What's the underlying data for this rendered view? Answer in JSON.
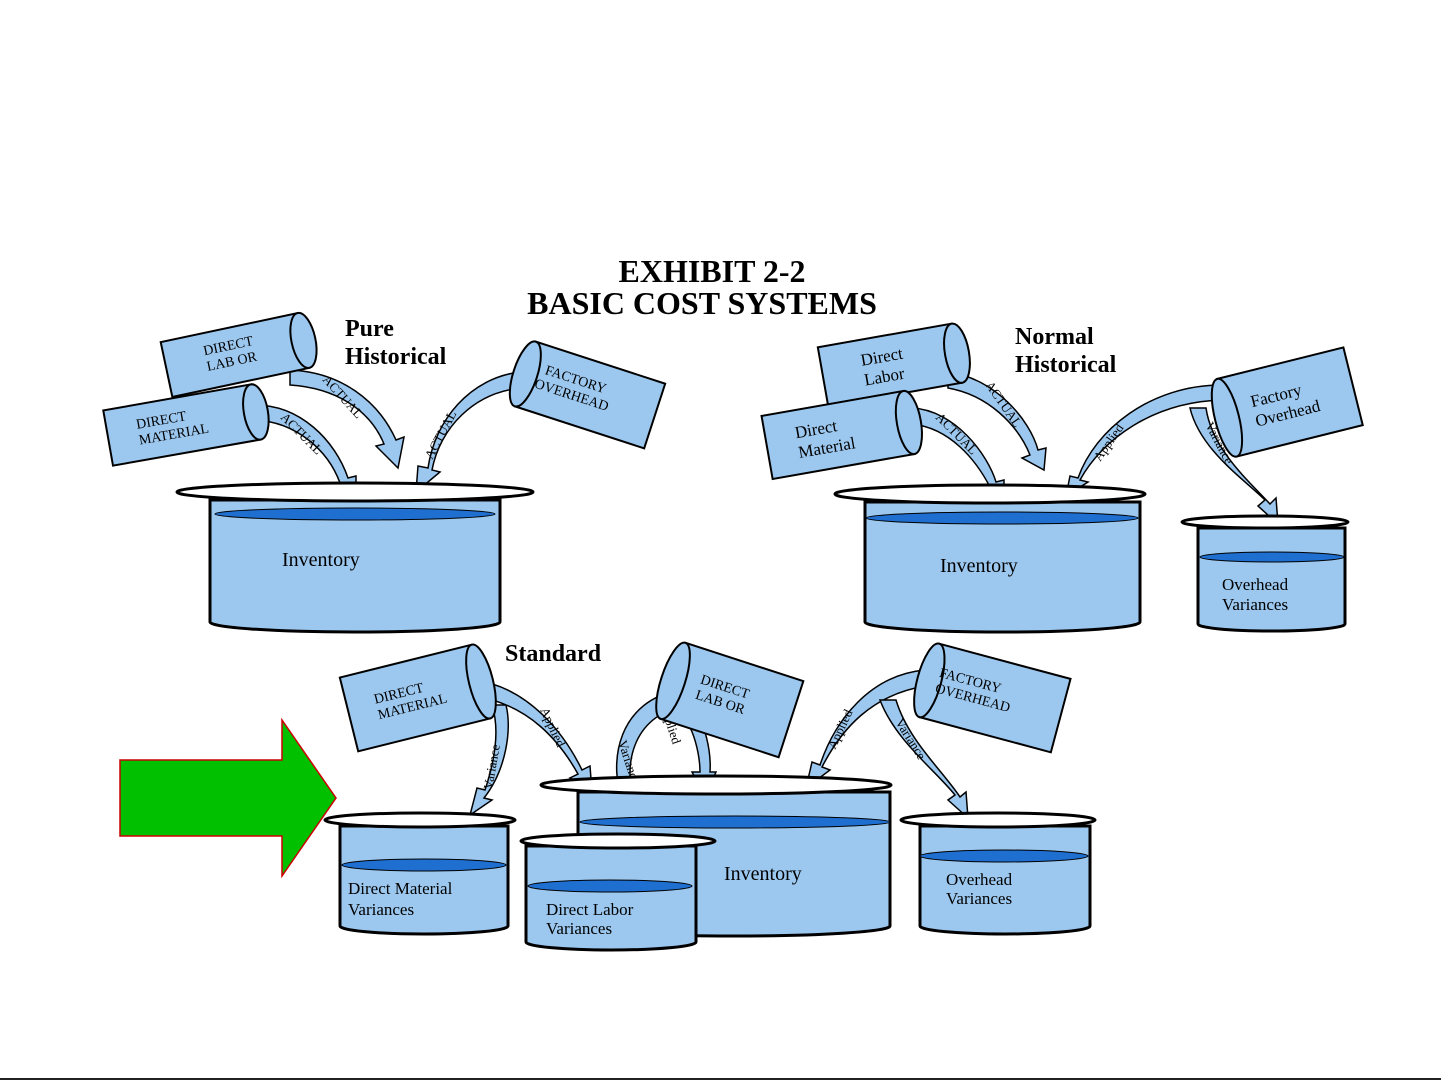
{
  "title": {
    "line1": "EXHIBIT 2-2",
    "line2": "BASIC COST SYSTEMS"
  },
  "colors": {
    "beaker_fill": "#9cc8ef",
    "liquid": "#1f6fd1",
    "outline": "#000000",
    "pointer_arrow": "#00c000",
    "pointer_outline": "#cc0000"
  },
  "pure_historical": {
    "label_line1": "Pure",
    "label_line2": "Historical",
    "cups": {
      "labor_l1": "DIRECT",
      "labor_l2": "LAB OR",
      "material_l1": "DIRECT",
      "material_l2": "MATERIAL",
      "overhead_l1": "FACTORY",
      "overhead_l2": "OVERHEAD"
    },
    "flows": {
      "labor": "ACTUAL",
      "material": "ACTUAL",
      "overhead": "ACTUAL"
    },
    "beaker": "Inventory"
  },
  "normal_historical": {
    "label_line1": "Normal",
    "label_line2": "Historical",
    "cups": {
      "labor_l1": "Direct",
      "labor_l2": "Labor",
      "material_l1": "Direct",
      "material_l2": "Material",
      "overhead_l1": "Factory",
      "overhead_l2": "Overhead"
    },
    "flows": {
      "labor": "ACTUAL",
      "material": "ACTUAL",
      "applied": "Applied",
      "variance": "Variance"
    },
    "beaker": "Inventory",
    "variance_l1": "Overhead",
    "variance_l2": "Variances"
  },
  "standard": {
    "label": "Standard",
    "cups": {
      "material_l1": "DIRECT",
      "material_l2": "MATERIAL",
      "labor_l1": "DIRECT",
      "labor_l2": "LAB OR",
      "overhead_l1": "FACTORY",
      "overhead_l2": "OVERHEAD"
    },
    "flows": {
      "material_variance": "Variance",
      "material_applied": "Applied",
      "labor_variance": "Variance",
      "labor_applied": "Applied",
      "overhead_applied": "Applied",
      "overhead_variance": "Variance"
    },
    "beaker": "Inventory",
    "dm_var_l1": "Direct Material",
    "dm_var_l2": "Variances",
    "dl_var_l1": "Direct Labor",
    "dl_var_l2": "Variances",
    "oh_var_l1": "Overhead",
    "oh_var_l2": "Variances"
  }
}
